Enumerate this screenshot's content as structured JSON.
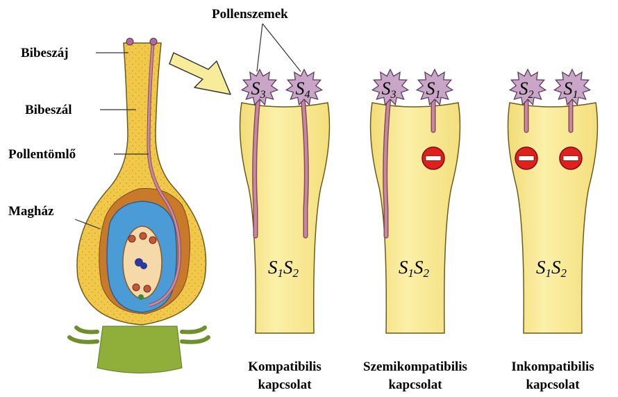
{
  "labels": {
    "stigma": "Bibeszáj",
    "style": "Bibeszál",
    "pollen_tube": "Pollentömlő",
    "ovary": "Magház",
    "pollen_grains": "Pollenszemek"
  },
  "pistil_genotype": {
    "a1": "S",
    "s1": "1",
    "a2": "S",
    "s2": "2"
  },
  "panels": [
    {
      "pollen": [
        {
          "s": "S",
          "n": "3",
          "blocked": false
        },
        {
          "s": "S",
          "n": "4",
          "blocked": false
        }
      ],
      "title_line1": "Kompatibilis",
      "title_line2": "kapcsolat"
    },
    {
      "pollen": [
        {
          "s": "S",
          "n": "3",
          "blocked": false
        },
        {
          "s": "S",
          "n": "1",
          "blocked": true
        }
      ],
      "title_line1": "Szemikompatibilis",
      "title_line2": "kapcsolat"
    },
    {
      "pollen": [
        {
          "s": "S",
          "n": "2",
          "blocked": true
        },
        {
          "s": "S",
          "n": "1",
          "blocked": true
        }
      ],
      "title_line1": "Inkompatibilis",
      "title_line2": "kapcsolat"
    }
  ],
  "colors": {
    "style_fill": "#fbeea0",
    "style_stroke": "#6b5a1a",
    "pollen_fill": "#c9a6c8",
    "tube_fill": "#c58aa0",
    "block_red": "#e0201c",
    "ovule_blue": "#4b9bd6",
    "receptacle_green": "#8fae3a",
    "arrow_fill": "#f6ec9a"
  }
}
